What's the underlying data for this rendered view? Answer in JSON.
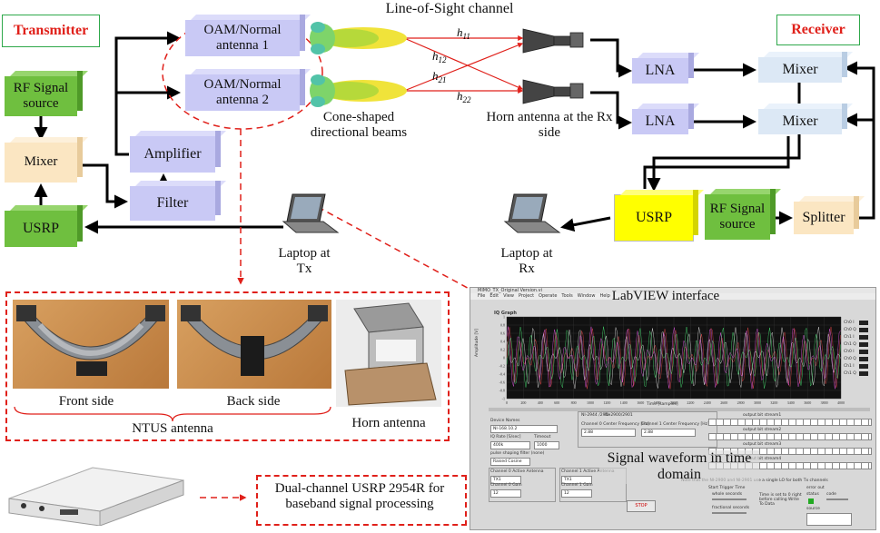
{
  "title": "Line-of-Sight channel",
  "transmitter_label": "Transmitter",
  "receiver_label": "Receiver",
  "tx": {
    "rf_source": "RF Signal source",
    "mixer": "Mixer",
    "usrp": "USRP",
    "amplifier": "Amplifier",
    "filter": "Filter",
    "antenna1": "OAM/Normal antenna 1",
    "antenna2": "OAM/Normal antenna 2",
    "beams_caption": "Cone-shaped directional beams",
    "laptop": "Laptop at Tx"
  },
  "channel": {
    "h11": "h11",
    "h12": "h12",
    "h21": "h21",
    "h22": "h22",
    "horn_caption": "Horn antenna at the Rx side"
  },
  "rx": {
    "lna1": "LNA",
    "lna2": "LNA",
    "mixer1": "Mixer",
    "mixer2": "Mixer",
    "usrp": "USRP",
    "rf_source": "RF Signal source",
    "splitter": "Splitter",
    "laptop": "Laptop at Rx"
  },
  "photos": {
    "front": "Front side",
    "back": "Back side",
    "ntus": "NTUS antenna",
    "horn": "Horn antenna"
  },
  "usrp_device": {
    "caption": "Dual-channel USRP 2954R for baseband signal processing"
  },
  "labview": {
    "label": "LabVIEW interface",
    "window_title": "MIMO_TX_Original Version.vi",
    "menu": [
      "File",
      "Edit",
      "View",
      "Project",
      "Operate",
      "Tools",
      "Window",
      "Help"
    ],
    "graph_title": "IQ Graph",
    "x_axis": "Time [samples]",
    "y_axis": "Amplitude [V]",
    "x_ticks": [
      "0",
      "200",
      "400",
      "600",
      "800",
      "1000",
      "1200",
      "1400",
      "1600",
      "1800",
      "2000",
      "2200",
      "2400",
      "2600",
      "2800",
      "3000",
      "3200",
      "3400",
      "3600",
      "3800",
      "4000"
    ],
    "y_ticks": [
      "1",
      "0.8",
      "0.6",
      "0.4",
      "0.2",
      "0",
      "-0.2",
      "-0.4",
      "-0.6",
      "-0.8",
      "-1"
    ],
    "legend": [
      "Ch0 I",
      "Ch0 Q",
      "Ch1 I",
      "Ch1 Q",
      "Ch0 I",
      "Ch0 Q",
      "Ch1 I",
      "Ch1 Q"
    ],
    "device_name_label": "Device Names",
    "device_name": "NI-168.10.2",
    "iq_rate_label": "IQ Rate [S/sec]",
    "iq_rate": "400k",
    "timeout_label": "Timeout",
    "timeout": "1000",
    "ch0_center_label": "Channel 0 Center Frequency [Hz]",
    "ch0_center": "2.88",
    "ch1_center_label": "Channel 1 Center Frequency [Hz]",
    "ch1_center": "2.88",
    "pulse_label": "pulse shaping filter (none)",
    "pulse_value": "Raised Cosine",
    "ch0_antenna_label": "Channel 0 Active Antenna",
    "ch0_antenna": "TX1",
    "ch0_gain_label": "Channel 0 Gain",
    "ch0_gain": "12",
    "ch1_antenna_label": "Channel 1 Active Antenna",
    "ch1_antenna": "TX1",
    "ch1_gain_label": "Channel 1 Gain",
    "ch1_gain": "12",
    "tab1": "NI-2944 /295x",
    "tab2": "NI-2900/2901",
    "note": "Note that the NI-2900 and NI-2901 use a single LO for both Tx channels",
    "stop": "STOP",
    "start_trigger": "Start Trigger Time",
    "whole_seconds": "whole seconds",
    "fractional_seconds": "fractional seconds",
    "trigger_note": "Time is set to 0 right before calling Write To Data",
    "error_out": "error out",
    "status": "status",
    "code": "code",
    "source": "source",
    "stream_labels": [
      "output bit stream1",
      "output bit stream2",
      "output bit stream3",
      "output bit stream4"
    ],
    "waveform_caption": "Signal waveform in time domain"
  }
}
